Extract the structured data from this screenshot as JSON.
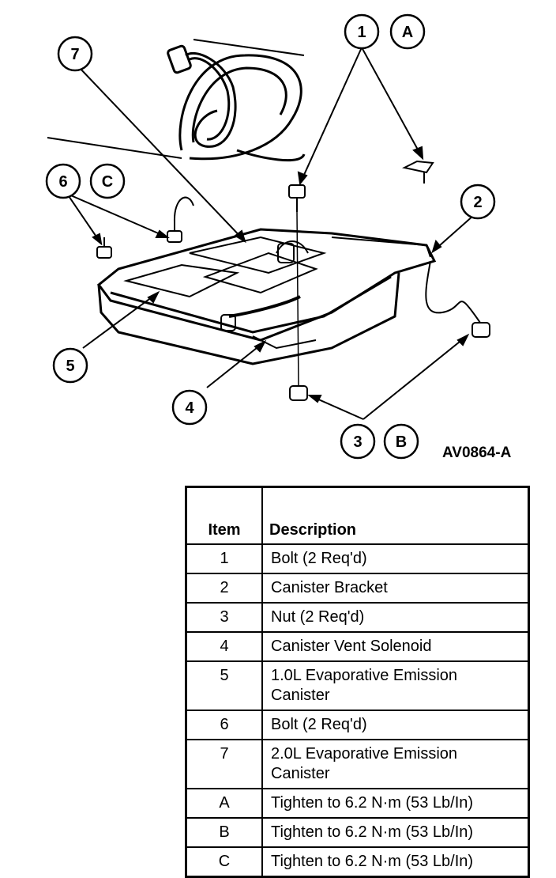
{
  "diagram": {
    "callouts": [
      "1",
      "A",
      "7",
      "6",
      "C",
      "2",
      "5",
      "4",
      "3",
      "B"
    ],
    "figure_id": "AV0864-A"
  },
  "table": {
    "headers": {
      "item": "Item",
      "description": "Description"
    },
    "rows": [
      {
        "item": "1",
        "description": "Bolt (2 Req'd)"
      },
      {
        "item": "2",
        "description": "Canister Bracket"
      },
      {
        "item": "3",
        "description": "Nut (2 Req'd)"
      },
      {
        "item": "4",
        "description": "Canister Vent Solenoid"
      },
      {
        "item": "5",
        "description": "1.0L Evaporative Emission Canister"
      },
      {
        "item": "6",
        "description": "Bolt (2 Req'd)"
      },
      {
        "item": "7",
        "description": "2.0L Evaporative Emission Canister"
      },
      {
        "item": "A",
        "description": "Tighten to 6.2 N·m (53 Lb/In)"
      },
      {
        "item": "B",
        "description": "Tighten to 6.2 N·m (53 Lb/In)"
      },
      {
        "item": "C",
        "description": "Tighten to 6.2 N·m (53 Lb/In)"
      }
    ]
  }
}
